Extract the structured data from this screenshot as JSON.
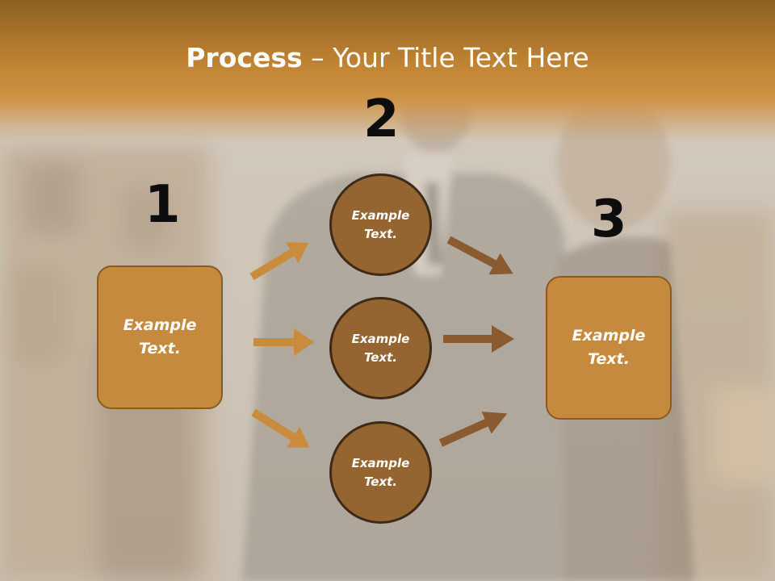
{
  "title": {
    "bold": "Process",
    "rest": " – Your Title Text Here"
  },
  "steps": [
    {
      "number": "1",
      "label": "Example Text."
    },
    {
      "number": "2",
      "label": "Example Text."
    },
    {
      "number": "3",
      "label": "Example Text."
    }
  ],
  "circles": [
    {
      "label": "Example Text."
    },
    {
      "label": "Example Text."
    },
    {
      "label": "Example Text."
    }
  ],
  "colors": {
    "header": "#c08332",
    "box_fill": "#c58a3e",
    "circle_fill": "#946431",
    "arrow_left": "#c98b3c",
    "arrow_right": "#8a5a30"
  }
}
